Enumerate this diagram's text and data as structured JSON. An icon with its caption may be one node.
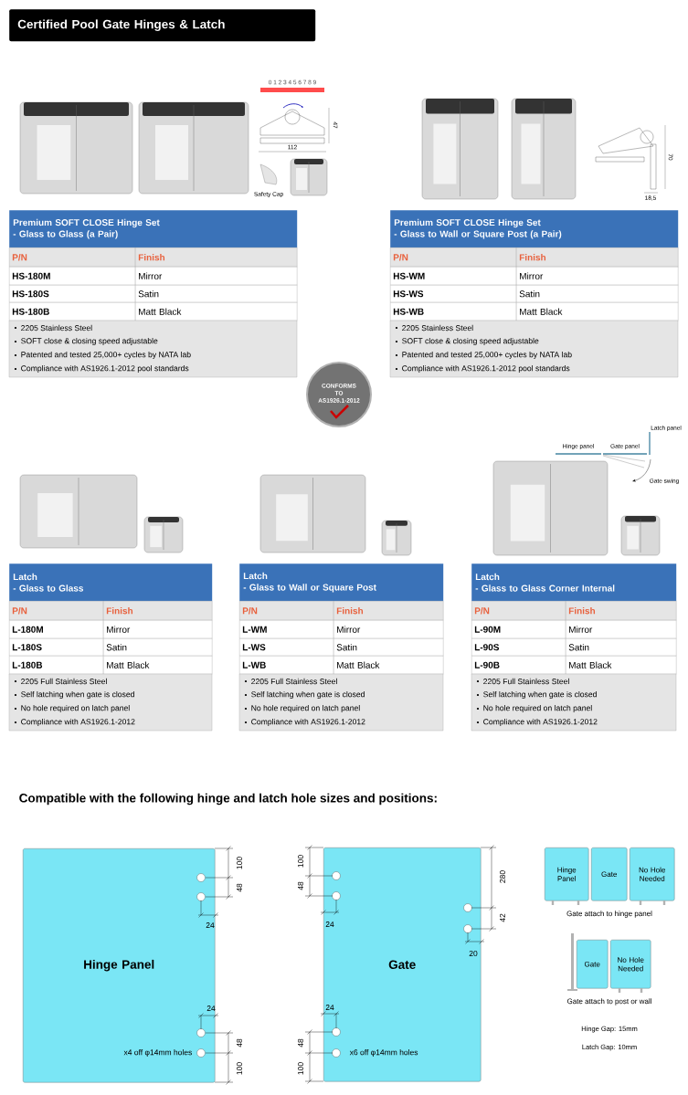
{
  "diagram": {
    "title": "Certified Pool Gate Hinges & Latch",
    "nodes": [
      {
        "text": [
          "Premium SOFT CLOSE Hinge Set",
          "- Glass to Glass  (a Pair)"
        ]
      },
      {
        "text": [
          "Premium SOFT CLOSE Hinge Set",
          "- Glass to Wall or Square Post  (a Pair)"
        ]
      },
      {
        "text": [
          "CONFORMS TO AS1926.1-2012"
        ]
      },
      {
        "text": [
          "Latch",
          "- Glass to Glass"
        ]
      },
      {
        "text": [
          "Latch",
          "- Glass to Wall or Square Post"
        ]
      },
      {
        "text": [
          "Latch",
          "- Glass to Glass Corner Internal"
        ]
      },
      {
        "text": [
          "Hinge Panel",
          "x4 off φ14mm holes"
        ]
      },
      {
        "text": [
          "Gate",
          "x6 off φ14mm holes"
        ]
      },
      {
        "text": [
          "Hinge Panel"
        ]
      },
      {
        "text": [
          "Gate"
        ]
      },
      {
        "text": [
          "No Hole Needed"
        ]
      },
      {
        "text": [
          "Gate"
        ]
      },
      {
        "text": [
          "No Hole Needed"
        ]
      }
    ],
    "labels": [
      "0 1 2 3 4 5 6 7 8 9",
      "47",
      "112",
      "Safety Cap",
      "70",
      "18,5",
      "P/N",
      "Finish",
      "HS-180M",
      "Mirror",
      "HS-180S",
      "Satin",
      "HS-180B",
      "Matt Black",
      "2205 Stainless Steel",
      "SOFT close & closing speed adjustable",
      "Patented and tested 25,000+ cycles by NATA lab",
      "Compliance with AS1926.1-2012 pool standards",
      "P/N",
      "Finish",
      "HS-WM",
      "Mirror",
      "HS-WS",
      "Satin",
      "HS-WB",
      "Matt Black",
      "2205 Stainless Steel",
      "SOFT close & closing speed adjustable",
      "Patented and tested 25,000+ cycles by NATA lab",
      "Compliance with AS1926.1-2012 pool standards",
      "Hinge panel",
      "Gate panel",
      "Latch panel",
      "Gate swing",
      "P/N",
      "Finish",
      "L-180M",
      "Mirror",
      "L-180S",
      "Satin",
      "L-180B",
      "Matt Black",
      "2205 Full Stainless Steel",
      "Self latching when gate is closed",
      "No hole required on latch panel",
      "Compliance with AS1926.1-2012",
      "P/N",
      "Finish",
      "L-WM",
      "Mirror",
      "L-WS",
      "Satin",
      "L-WB",
      "Matt Black",
      "2205 Full Stainless Steel",
      "Self latching when gate is closed",
      "No hole required on latch panel",
      "Compliance with AS1926.1-2012",
      "P/N",
      "Finish",
      "L-90M",
      "Mirror",
      "L-90S",
      "Satin",
      "L-90B",
      "Matt Black",
      "2205 Full Stainless Steel",
      "Self latching when gate is closed",
      "No hole required on latch panel",
      "Compliance with AS1926.1-2012",
      "Compatible with the following hinge and latch hole sizes and positions:",
      "100",
      "48",
      "24",
      "24",
      "48",
      "100",
      "100",
      "48",
      "24",
      "280",
      "42",
      "20",
      "24",
      "48",
      "100",
      "Gate attach to hinge panel",
      "Gate attach to post or wall",
      "Hinge Gap: 15mm",
      "Latch Gap: 10mm"
    ]
  }
}
